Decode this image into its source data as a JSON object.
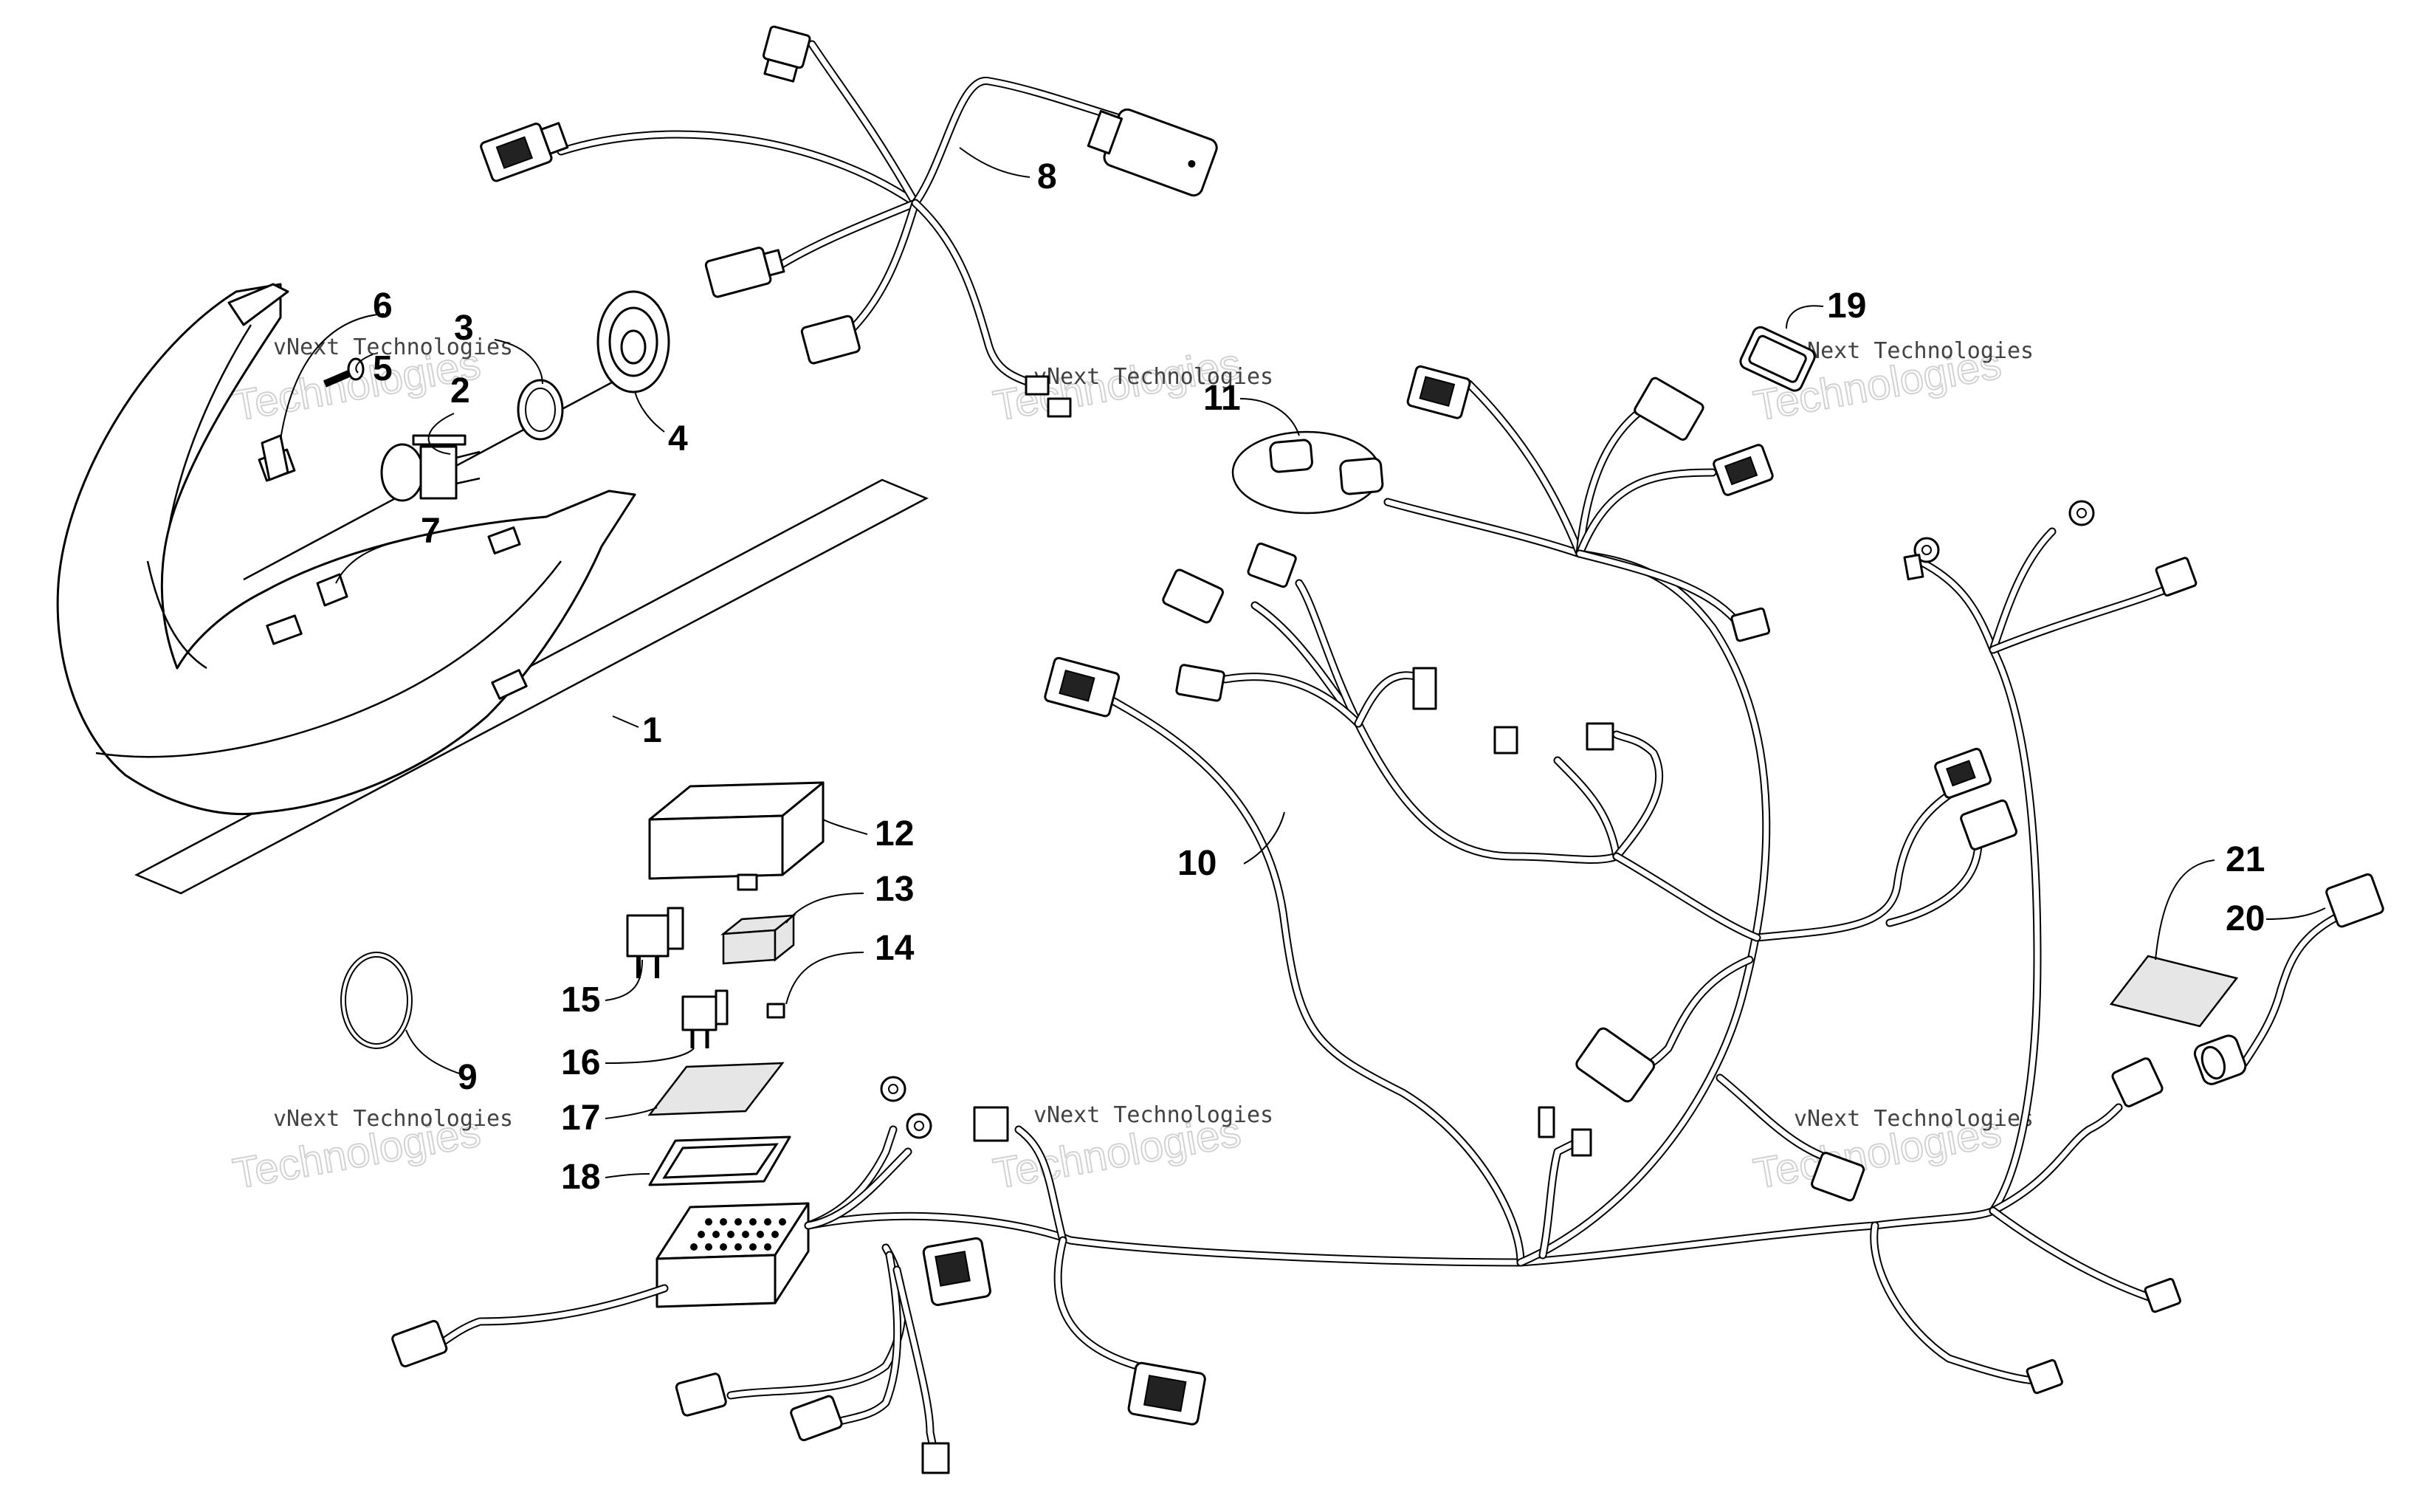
{
  "callouts": {
    "c1": "1",
    "c2": "2",
    "c3": "3",
    "c4": "4",
    "c5": "5",
    "c6": "6",
    "c7": "7",
    "c8": "8",
    "c9": "9",
    "c10": "10",
    "c11": "11",
    "c12": "12",
    "c13": "13",
    "c14": "14",
    "c15": "15",
    "c16": "16",
    "c17": "17",
    "c18": "18",
    "c19": "19",
    "c20": "20",
    "c21": "21"
  },
  "watermark": {
    "company": "vNext Technologies",
    "word": "Technologies"
  }
}
